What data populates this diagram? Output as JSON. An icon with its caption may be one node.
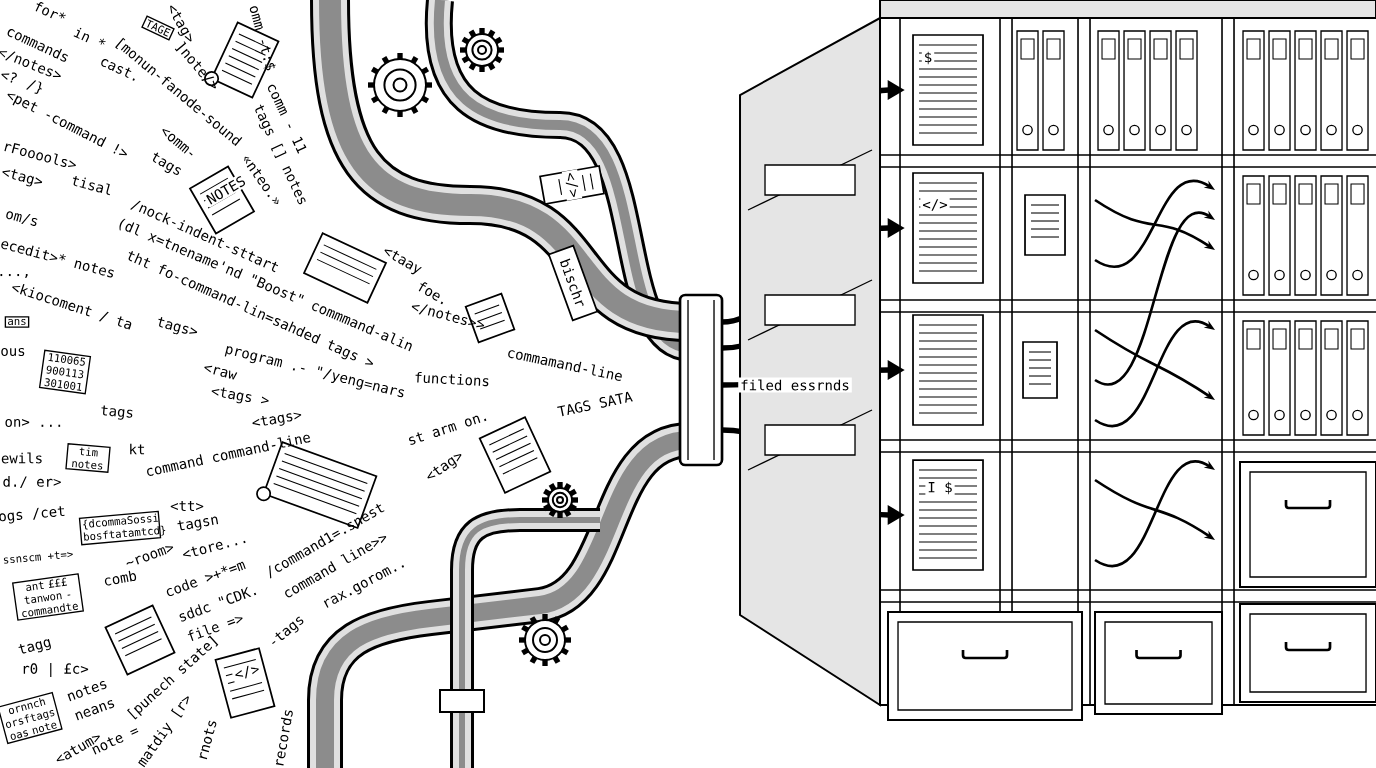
{
  "diagram": {
    "labels": [
      "for*",
      "<tag>",
      "TAGE",
      "commands",
      "in *",
      "]note/>",
      "omm -t:$",
      "</notes>",
      "[monun-fanode-sound",
      "cast.",
      "<? /}",
      "<pet -command !>",
      "comm - 11",
      "rFooools>",
      "<omm-",
      "tags",
      "tags [] notes",
      "«nteo.»",
      "NOTES",
      "<tag>",
      "tisal",
      "om/s",
      "/nock-indent-sttart",
      "(dl x=tnename'nd \"Boost\" commmand-alin",
      "tht fo-command-lin=sahded tags >",
      "ecedit>* notes",
      "<taay",
      "...,",
      "foe.",
      "</notes>>",
      "<kiocoment / ta",
      "ans",
      "tags>",
      "ous",
      "<raw",
      "program .- \"/yeng=nars",
      "functions",
      "commamand-line",
      "<tags >",
      "110065 900113 301001",
      "tags",
      "<tags>",
      "TAGS SATA",
      "on> ...",
      "st arm on.",
      "tim notes",
      "kt",
      "command command-line",
      "ewils",
      "d./ er>",
      "filed essrnds",
      "bischr",
      "</>",
      "<tag>",
      "ogs /cet",
      "<tt>",
      "{dcommaSossi bosftatamtcd}",
      "tagsn",
      "ssnscm +t=>",
      "~room>",
      "<tore...",
      "comb",
      "ant £££ tanwon - commandte",
      "code >+*=m",
      "sddc \"CDK.",
      "/command1=.snest",
      "command line>>",
      "rax.gorom..",
      "file =>",
      "tagg",
      "-tags",
      "r0 | £c>",
      "[punech state]",
      "notes",
      "neans",
      "ornnch orsftags oas note",
      "<atum>",
      "note =",
      "matdiy [r>",
      "rnots",
      "records",
      "</>",
      "$",
      "</>",
      "I $"
    ]
  }
}
